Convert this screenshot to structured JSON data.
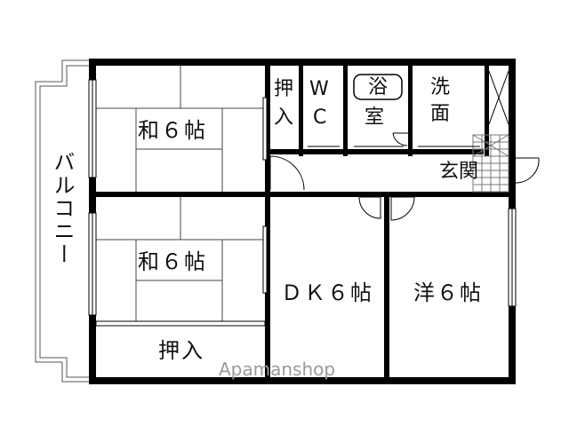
{
  "rooms": {
    "washitsu_top": "和６帖",
    "washitsu_bottom": "和６帖",
    "dk": "ＤＫ６帖",
    "yoshitsu": "洋６帖",
    "oshiire_bottom": "押入",
    "oshiire_top_1": "押",
    "oshiire_top_2": "入",
    "wc_1": "W",
    "wc_2": "C",
    "bath_1": "浴",
    "bath_2": "室",
    "wash_1": "洗",
    "wash_2": "面",
    "entrance": "玄関",
    "balcony": "バルコニー"
  },
  "watermark": "Apamanshop",
  "colors": {
    "wall": "#000000",
    "line": "#333333",
    "tile": "#888888",
    "watermark": "#9a9a9a"
  }
}
